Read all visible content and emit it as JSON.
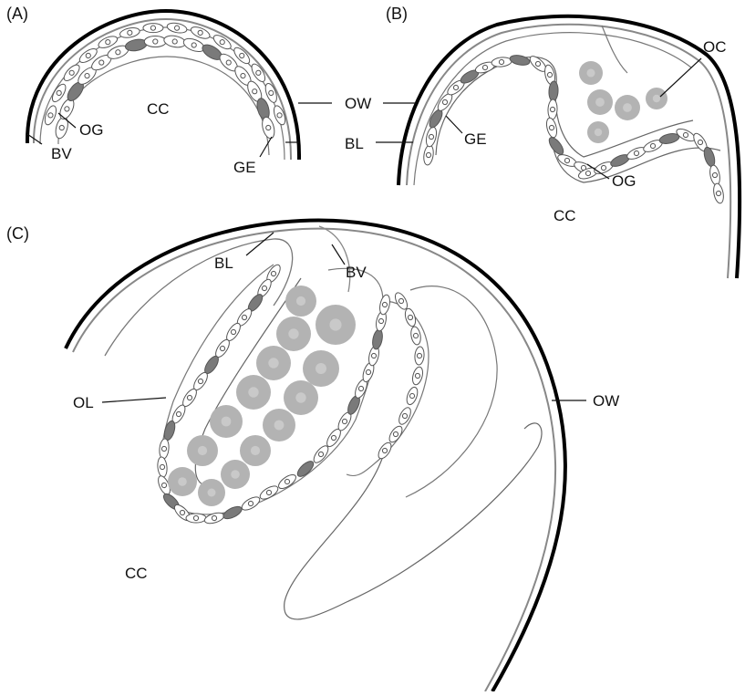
{
  "panels": {
    "a": "(A)",
    "b": "(B)",
    "c": "(C)"
  },
  "labels": {
    "a_cc": "CC",
    "a_og": "OG",
    "a_bv": "BV",
    "a_ge": "GE",
    "ow_shared": "OW",
    "bl_shared": "BL",
    "b_oc": "OC",
    "b_ge": "GE",
    "b_og": "OG",
    "b_cc": "CC",
    "c_bl": "BL",
    "c_bv": "BV",
    "c_ol": "OL",
    "c_ow": "OW",
    "c_cc": "CC"
  },
  "colors": {
    "outer_wall": "#000000",
    "line": "#555555",
    "cell_fill": "#ffffff",
    "oogonium": "#7a7a7a",
    "oocyte": "#b3b3b3",
    "oocyte_core": "#c9c9c9"
  }
}
